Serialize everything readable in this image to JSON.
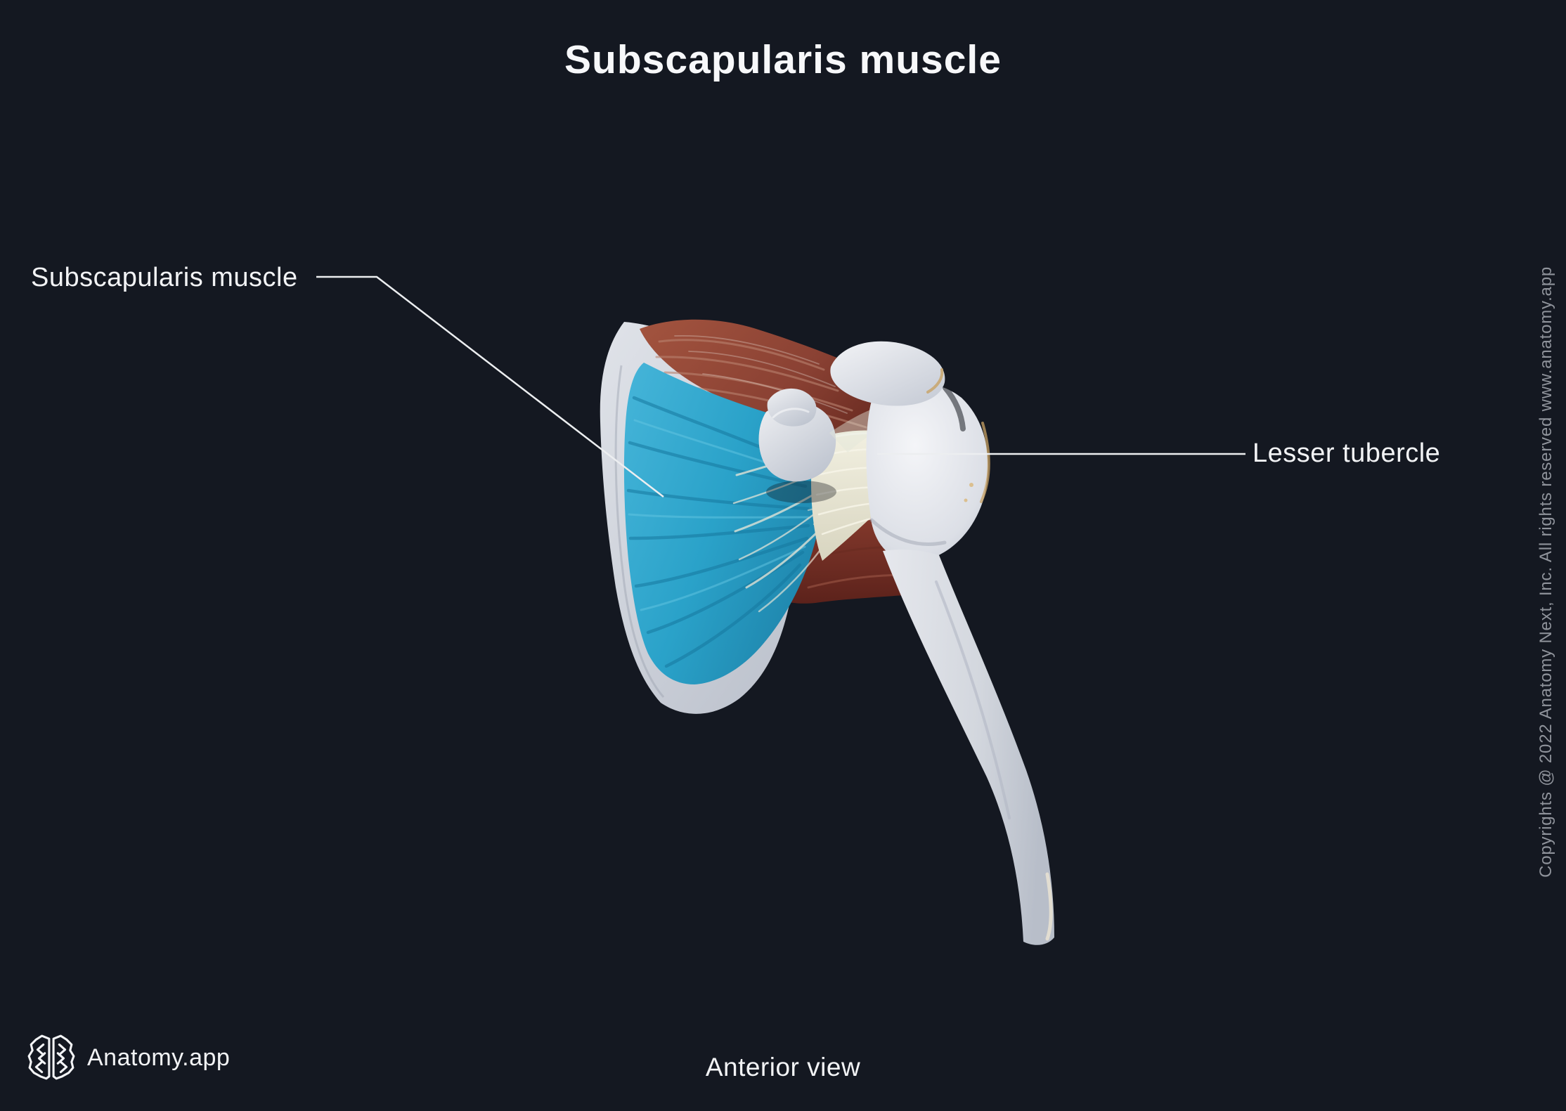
{
  "page": {
    "title": "Subscapularis muscle",
    "background": "#141821"
  },
  "annotations": {
    "left_label": "Subscapularis muscle",
    "right_label": "Lesser tubercle"
  },
  "footer": {
    "logo_icon": "brain-icon",
    "brand": "Anatomy.app",
    "caption": "Anterior view"
  },
  "sidebar": {
    "copyright": "Copyrights @ 2022 Anatomy Next, Inc. All rights reserved www.anatomy.app"
  },
  "illustration": {
    "subject": "Anterior view of shoulder with subscapularis muscle highlighted",
    "highlight_color": "#2ba7cd",
    "muscle_color": "#96493a",
    "bone_color": "#d6dae1",
    "tendon_color": "#ece9d8",
    "leader_line_color": "#eceef0"
  }
}
